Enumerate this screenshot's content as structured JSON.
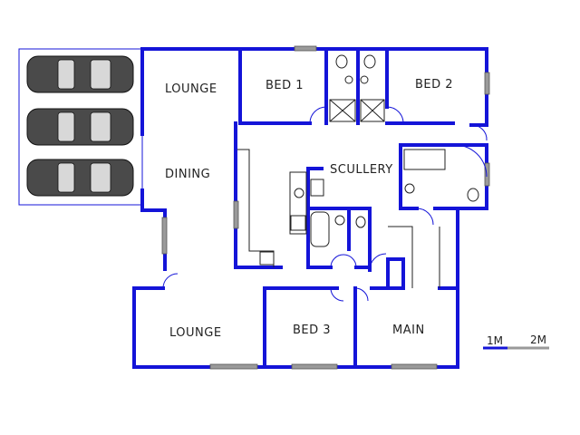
{
  "rooms": {
    "lounge_top": "LOUNGE",
    "dining": "DINING",
    "bed1": "BED 1",
    "bed2": "BED 2",
    "scullery": "SCULLERY",
    "lounge_bottom": "LOUNGE",
    "bed3": "BED 3",
    "main": "MAIN"
  },
  "scale": {
    "label_1": "1M",
    "label_2": "2M"
  },
  "garage": {
    "cars": 3
  },
  "colors": {
    "wall": "#1414d8",
    "window": "#9a9a9a",
    "label": "#222222"
  }
}
